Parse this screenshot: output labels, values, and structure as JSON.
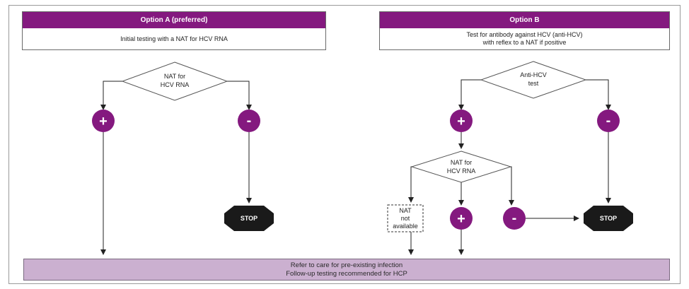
{
  "option_a": {
    "title": "Option A (preferred)",
    "body": "Initial testing with a NAT for HCV RNA",
    "decision": [
      "NAT for",
      "HCV RNA"
    ],
    "positive": "+",
    "negative": "-",
    "stop": "STOP"
  },
  "option_b": {
    "title": "Option B",
    "body": "Test for antibody against HCV (anti-HCV)\nwith reflex to a NAT if positive",
    "decision": [
      "Anti-HCV",
      "test"
    ],
    "positive": "+",
    "negative": "-",
    "nat_decision": [
      "NAT for",
      "HCV RNA"
    ],
    "nat_not_available": [
      "NAT",
      "not",
      "available"
    ],
    "nat_positive": "+",
    "nat_negative": "-",
    "stop": "STOP"
  },
  "bottom": {
    "line1": "Refer to care for pre-existing infection",
    "line2": "Follow-up testing recommended for HCP"
  },
  "colors": {
    "purple": "#84197f",
    "lavender": "#cbb0d0",
    "stop": "#1a1a1a"
  }
}
